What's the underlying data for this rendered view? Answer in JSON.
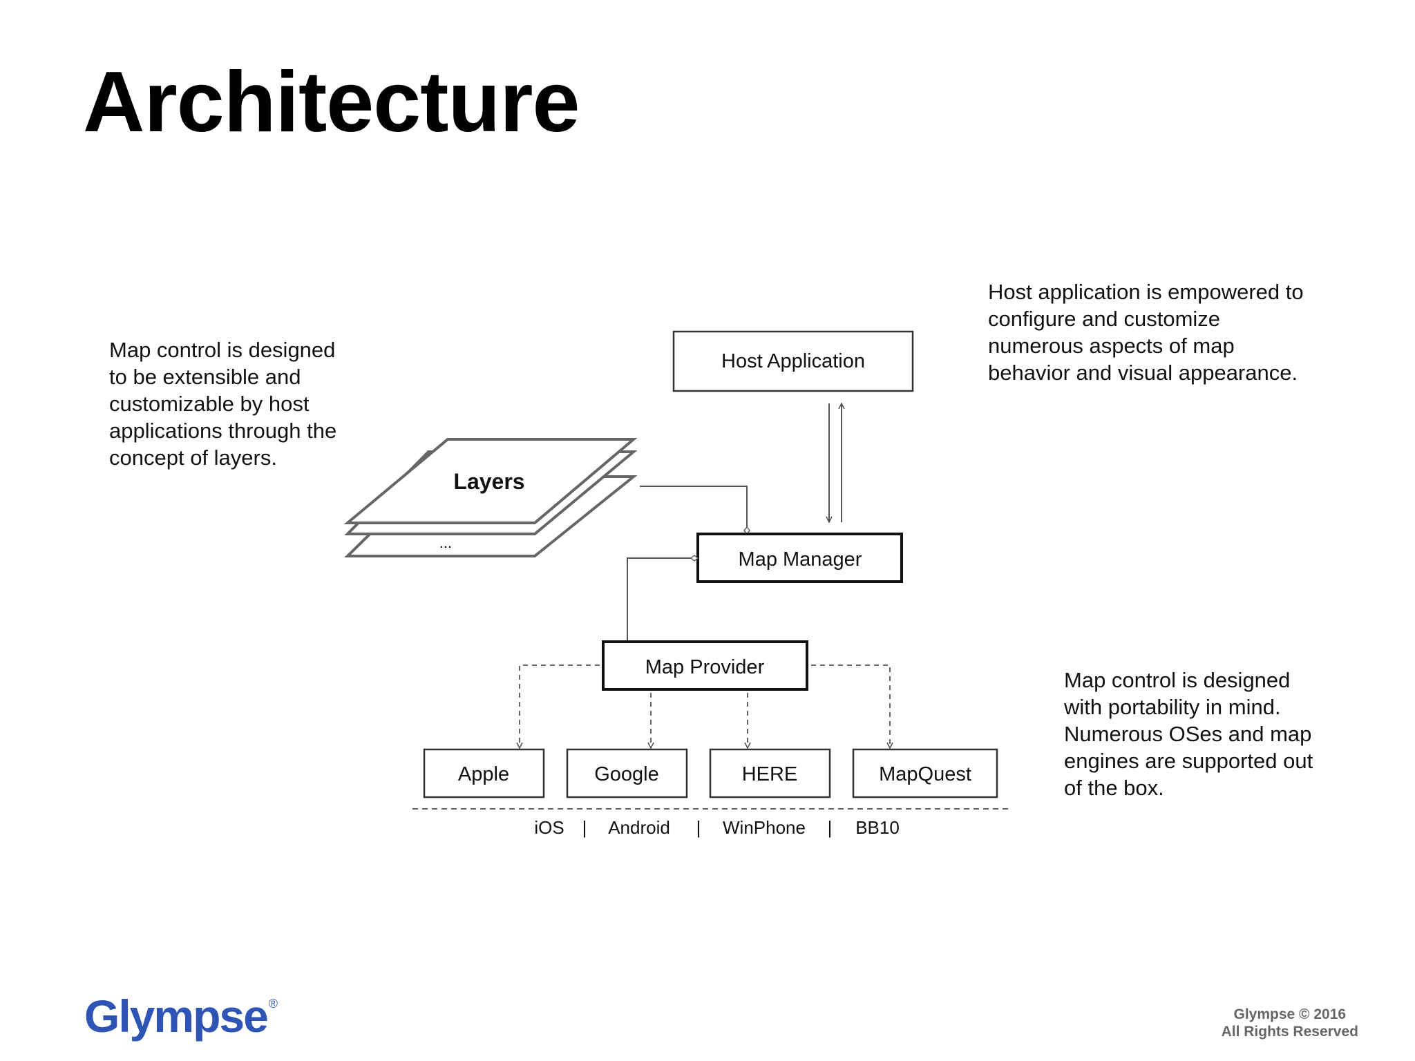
{
  "slide": {
    "title": "Architecture",
    "note_left": [
      "Map control is designed",
      "to be extensible and",
      "customizable by host",
      "applications through the",
      "concept of layers."
    ],
    "note_top": [
      "Host application is empowered to",
      "configure and customize",
      "numerous aspects of map",
      "behavior and visual appearance."
    ],
    "note_bottom": [
      "Map control is designed",
      "with portability in mind.",
      "Numerous OSes and map",
      "engines are supported out",
      "of the box."
    ]
  },
  "diagram": {
    "host_application": "Host Application",
    "layers_label": "Layers",
    "layers_ellipsis": "...",
    "map_manager": "Map Manager",
    "map_provider": "Map Provider",
    "providers": [
      "Apple",
      "Google",
      "HERE",
      "MapQuest"
    ],
    "platforms": [
      "iOS",
      "Android",
      "WinPhone",
      "BB10"
    ],
    "platform_separator": "|"
  },
  "footer": {
    "logo": "Glympse",
    "logo_mark": "®",
    "copyright": [
      "Glympse © 2016",
      "All Rights Reserved"
    ]
  },
  "colors": {
    "logo_blue": "#2e55b6",
    "line_gray": "#666666",
    "box_border": "#333333"
  }
}
